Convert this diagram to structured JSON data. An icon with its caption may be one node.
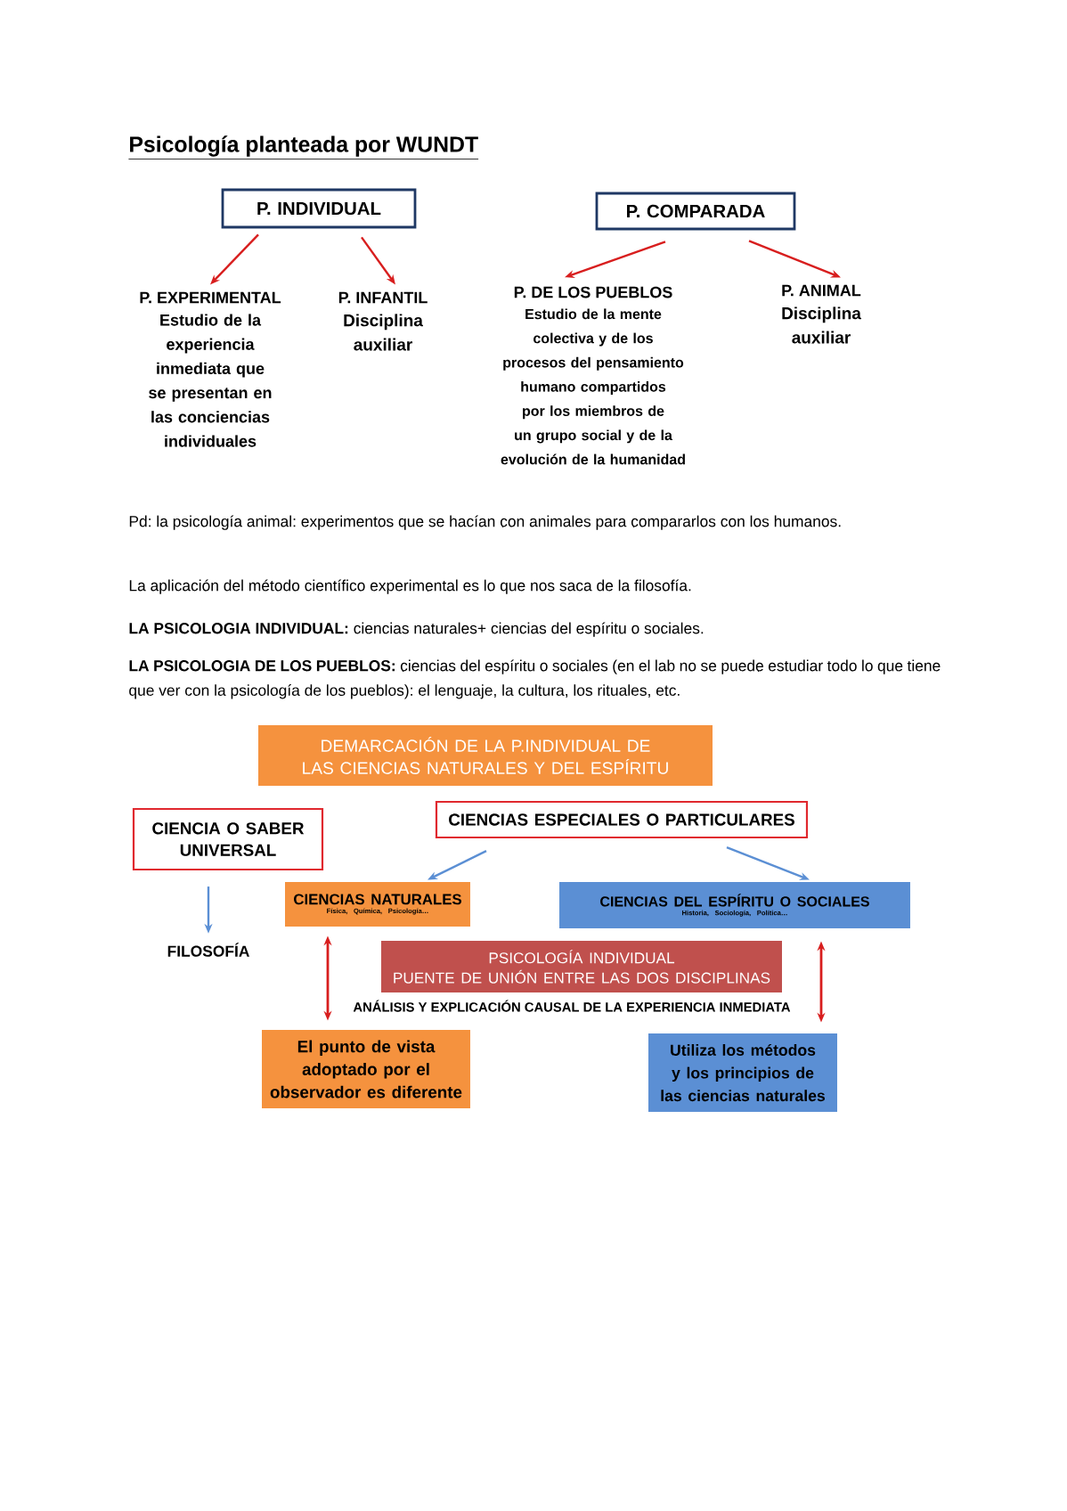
{
  "diagram": {
    "title": "Psicología planteada por WUNDT",
    "nodes": [
      {
        "text": [
          "P. INDIVIDUAL"
        ]
      },
      {
        "text": [
          "P. COMPARADA"
        ]
      },
      {
        "text": [
          "P. EXPERIMENTAL",
          "Estudio de la experiencia inmediata que se presentan en las conciencias individuales"
        ]
      },
      {
        "text": [
          "P. INFANTIL",
          "Disciplina auxiliar"
        ]
      },
      {
        "text": [
          "P. DE LOS PUEBLOS",
          "Estudio de la mente colectiva y de los procesos del pensamiento humano compartidos por los miembros de un grupo social y de la evolución de la humanidad"
        ]
      },
      {
        "text": [
          "P. ANIMAL",
          "Disciplina auxiliar"
        ]
      },
      {
        "text": [
          "DEMARCACIÓN DE LA P.INDIVIDUAL DE LAS CIENCIAS NATURALES Y DEL ESPÍRITU"
        ]
      },
      {
        "text": [
          "CIENCIA O SABER UNIVERSAL"
        ]
      },
      {
        "text": [
          "CIENCIAS ESPECIALES O PARTICULARES"
        ]
      },
      {
        "text": [
          "CIENCIAS NATURALES",
          "Física, Química, Psicología…"
        ]
      },
      {
        "text": [
          "CIENCIAS DEL ESPÍRITU O SOCIALES",
          "Historia, Sociología, Política…"
        ]
      },
      {
        "text": [
          "FILOSOFÍA"
        ]
      },
      {
        "text": [
          "PSICOLOGÍA INDIVIDUAL",
          "PUENTE DE UNIÓN ENTRE LAS DOS DISCIPLINAS"
        ],
        "beside": [
          "ANÁLISIS Y EXPLICACIÓN CAUSAL DE LA EXPERIENCIA INMEDIATA"
        ]
      },
      {
        "text": [
          "El punto de vista adoptado por el observador es diferente"
        ]
      },
      {
        "text": [
          "Utiliza los métodos y los principios de las ciencias naturales"
        ]
      }
    ],
    "edges": [
      {
        "from": 0,
        "to": 2,
        "arrow": "to"
      },
      {
        "from": 0,
        "to": 3,
        "arrow": "to"
      },
      {
        "from": 1,
        "to": 4,
        "arrow": "to"
      },
      {
        "from": 1,
        "to": 5,
        "arrow": "to"
      },
      {
        "from": 8,
        "to": 9,
        "arrow": "to",
        "color": "#5b8fd4"
      },
      {
        "from": 8,
        "to": 10,
        "arrow": "to",
        "color": "#5b8fd4"
      },
      {
        "from": 7,
        "to": 11,
        "arrow": "to",
        "color": "#5b8fd4"
      },
      {
        "from": 9,
        "to": 13,
        "arrow": "both"
      },
      {
        "from": 10,
        "to": 14,
        "arrow": "both"
      }
    ],
    "labels": [
      "Pd: la psicología animal: experimentos que se hacían con animales para compararlos con los humanos.",
      "La aplicación del método científico experimental es lo que nos saca de la filosofía.",
      "**LA PSICOLOGIA INDIVIDUAL:** ciencias naturales+ ciencias del espíritu o sociales.",
      "**LA PSICOLOGIA DE LOS PUEBLOS:** ciencias del espíritu o sociales (en el lab no se puede estudiar todo lo que tiene que ver con la psicología de los pueblos): el lenguaje, la cultura, los rituales, etc."
    ]
  }
}
